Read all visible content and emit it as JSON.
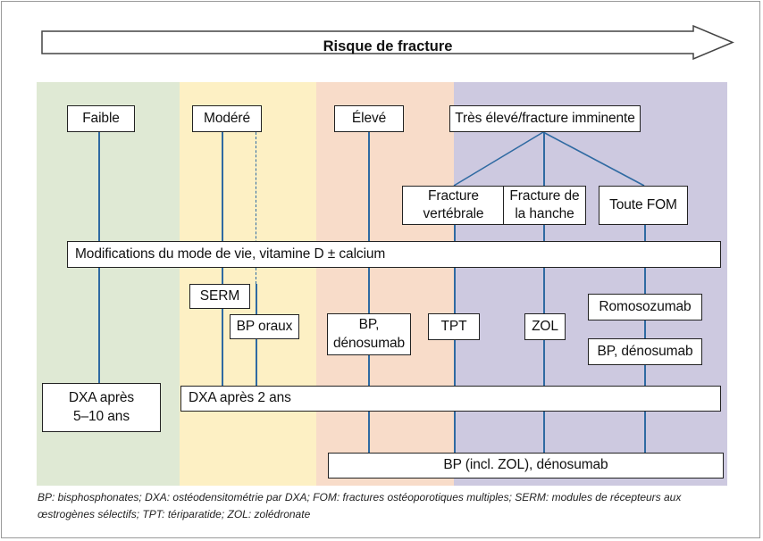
{
  "header": {
    "title": "Risque de fracture"
  },
  "colors": {
    "band_faible": "#dfe9d4",
    "band_modere": "#fdf0c4",
    "band_eleve": "#f8dcc9",
    "band_tres_eleve": "#cdc9e0",
    "connector": "#2f6aa2"
  },
  "risk_levels": {
    "faible": "Faible",
    "modere": "Modéré",
    "eleve": "Élevé",
    "tres_eleve": "Très élevé/fracture imminente"
  },
  "subcategories": {
    "vertebrale": [
      "Fracture",
      "vertébrale"
    ],
    "hanche": [
      "Fracture de",
      "la hanche"
    ],
    "fom": "Toute FOM"
  },
  "treatments": {
    "lifestyle": "Modifications du mode de vie, vitamine D ± calcium",
    "serm": "SERM",
    "bp_oraux": "BP oraux",
    "bp_denosumab_split": [
      "BP,",
      "dénosumab"
    ],
    "tpt": "TPT",
    "zol": "ZOL",
    "romosozumab": "Romosozumab",
    "bp_denosumab": "BP, dénosumab",
    "dxa_5_10": [
      "DXA après",
      "5–10 ans"
    ],
    "dxa_2": "DXA après 2 ans",
    "bp_incl_zol": "BP (incl. ZOL), dénosumab"
  },
  "footnote": [
    "BP: bisphosphonates; DXA: ostéodensitométrie par DXA; FOM: fractures ostéoporotiques multiples; SERM: modules de récepteurs aux",
    "œstrogènes sélectifs; TPT: tériparatide; ZOL: zolédronate"
  ]
}
